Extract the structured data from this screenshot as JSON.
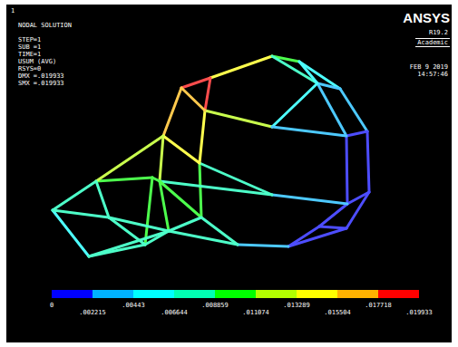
{
  "diagram": {
    "labels": [
      "1",
      "NODAL SOLUTION",
      "STEP=1",
      "SUB =1",
      "TIME=1",
      "USUM (AVG)",
      "RSYS=0",
      "DMX =.019933",
      "SMX =.019933",
      "ANSYS",
      "R19.2",
      "Academic",
      "FEB  9 2019",
      "14:57:46",
      "0",
      ".002215",
      ".00443",
      ".006644",
      ".008859",
      ".011074",
      ".013289",
      ".015504",
      ".017718",
      ".019933"
    ]
  }
}
